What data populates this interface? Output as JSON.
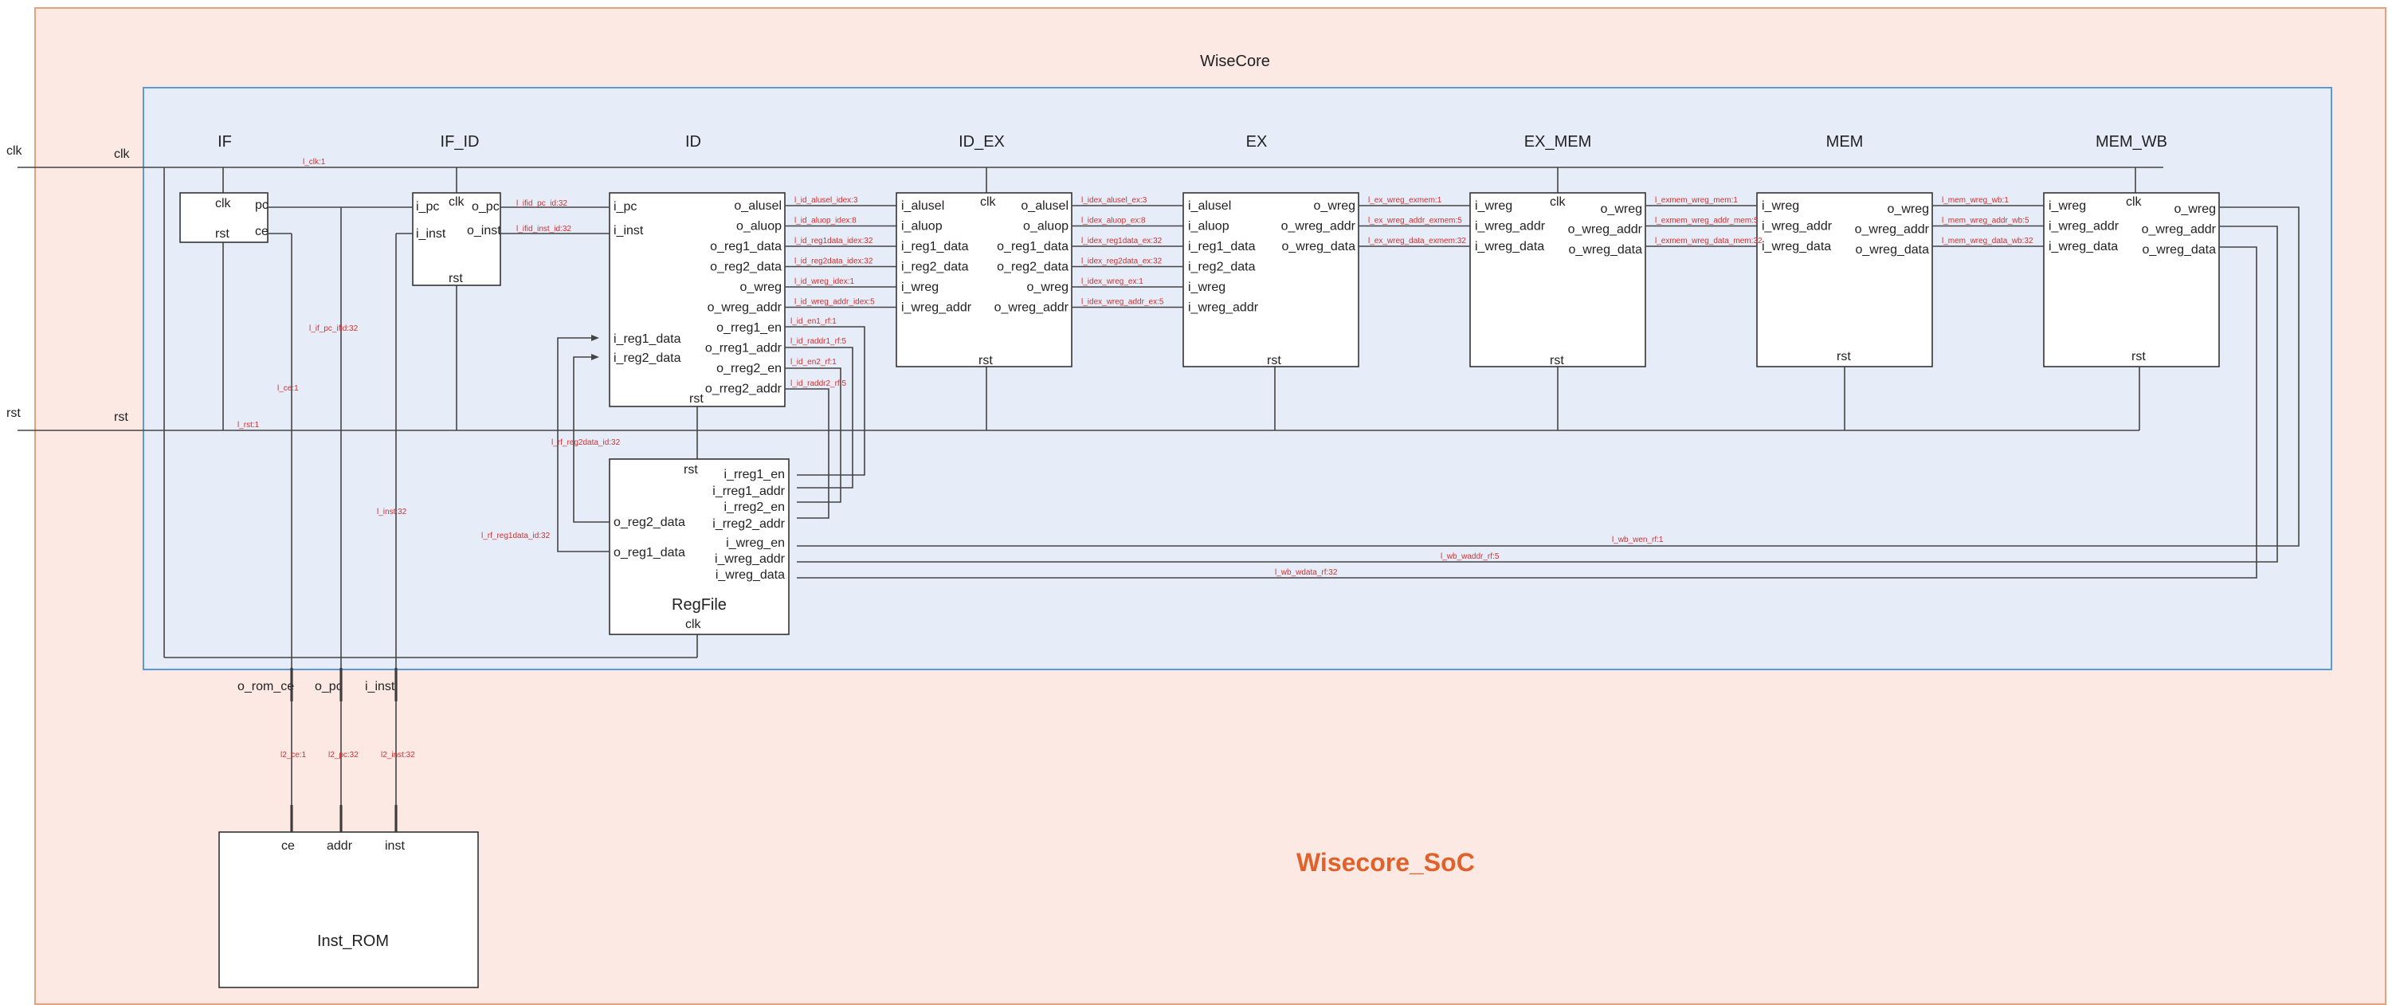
{
  "soc": {
    "name": "Wisecore_SoC"
  },
  "core": {
    "name": "WiseCore"
  },
  "global_signals": {
    "clk": "clk",
    "rst": "rst"
  },
  "stages": {
    "if": "IF",
    "if_id": "IF_ID",
    "id": "ID",
    "id_ex": "ID_EX",
    "ex": "EX",
    "ex_mem": "EX_MEM",
    "mem": "MEM",
    "mem_wb": "MEM_WB"
  },
  "blocks": {
    "if": {
      "clk": "clk",
      "rst": "rst",
      "pc": "pc",
      "ce": "ce"
    },
    "if_id": {
      "i_pc": "i_pc",
      "clk": "clk",
      "o_pc": "o_pc",
      "i_inst": "i_inst",
      "o_inst": "o_inst",
      "rst": "rst"
    },
    "id": {
      "inputs": [
        "i_pc",
        "i_inst"
      ],
      "reg_inputs": [
        "i_reg1_data",
        "i_reg2_data"
      ],
      "outputs": [
        "o_alusel",
        "o_aluop",
        "o_reg1_data",
        "o_reg2_data",
        "o_wreg",
        "o_wreg_addr",
        "o_rreg1_en",
        "o_rreg1_addr",
        "o_rreg2_en",
        "o_rreg2_addr"
      ],
      "rst": "rst"
    },
    "id_ex": {
      "inputs": [
        "i_alusel",
        "i_aluop",
        "i_reg1_data",
        "i_reg2_data",
        "i_wreg",
        "i_wreg_addr"
      ],
      "outputs": [
        "o_alusel",
        "o_aluop",
        "o_reg1_data",
        "o_reg2_data",
        "o_wreg",
        "o_wreg_addr"
      ],
      "clk": "clk",
      "rst": "rst"
    },
    "ex": {
      "inputs": [
        "i_alusel",
        "i_aluop",
        "i_reg1_data",
        "i_reg2_data",
        "i_wreg",
        "i_wreg_addr"
      ],
      "outputs": [
        "o_wreg",
        "o_wreg_addr",
        "o_wreg_data"
      ],
      "rst": "rst"
    },
    "ex_mem": {
      "inputs": [
        "i_wreg",
        "i_wreg_addr",
        "i_wreg_data"
      ],
      "outputs": [
        "o_wreg",
        "o_wreg_addr",
        "o_wreg_data"
      ],
      "clk": "clk",
      "rst": "rst"
    },
    "mem": {
      "inputs": [
        "i_wreg",
        "i_wreg_addr",
        "i_wreg_data"
      ],
      "outputs": [
        "o_wreg",
        "o_wreg_addr",
        "o_wreg_data"
      ],
      "rst": "rst"
    },
    "mem_wb": {
      "inputs": [
        "i_wreg",
        "i_wreg_addr",
        "i_wreg_data"
      ],
      "outputs": [
        "o_wreg",
        "o_wreg_addr",
        "o_wreg_data"
      ],
      "clk": "clk",
      "rst": "rst"
    },
    "regfile": {
      "name": "RegFile",
      "rst": "rst",
      "clk": "clk",
      "inputs": [
        "i_rreg1_en",
        "i_rreg1_addr",
        "i_rreg2_en",
        "i_rreg2_addr",
        "i_wreg_en",
        "i_wreg_addr",
        "i_wreg_data"
      ],
      "outputs": [
        "o_reg2_data",
        "o_reg1_data"
      ]
    },
    "inst_rom": {
      "name": "Inst_ROM",
      "ports": [
        "ce",
        "addr",
        "inst"
      ]
    }
  },
  "core_ports": [
    "o_rom_ce",
    "o_pc",
    "i_inst"
  ],
  "wire_labels": {
    "clk": "l_clk:1",
    "rst": "l_rst:1",
    "if_id_pc": "l_ifid_pc_id:32",
    "if_id_inst": "l_ifid_inst_id:32",
    "if_pc_ifid": "l_if_pc_ifid:32",
    "ce": "l_ce:1",
    "inst": "l_inst:32",
    "rf_reg2": "l_rf_reg2data_id:32",
    "rf_reg1": "l_rf_reg1data_id:32",
    "id_alusel": "l_id_alusel_idex:3",
    "id_aluop": "l_id_aluop_idex:8",
    "id_reg1": "l_id_reg1data_idex:32",
    "id_reg2": "l_id_reg2data_idex:32",
    "id_wreg": "l_id_wreg_idex:1",
    "id_wreg_addr": "l_id_wreg_addr_idex:5",
    "id_en1": "l_id_en1_rf:1",
    "id_raddr1": "l_id_raddr1_rf:5",
    "id_en2": "l_id_en2_rf:1",
    "id_raddr2": "l_id_raddr2_rf:5",
    "idex_alusel": "l_idex_alusel_ex:3",
    "idex_aluop": "l_idex_aluop_ex:8",
    "idex_reg1": "l_idex_reg1data_ex:32",
    "idex_reg2": "l_idex_reg2data_ex:32",
    "idex_wreg": "l_idex_wreg_ex:1",
    "idex_wreg_addr": "l_idex_wreg_addr_ex:5",
    "ex_wreg": "l_ex_wreg_exmem:1",
    "ex_wreg_addr": "l_ex_wreg_addr_exmem:5",
    "ex_wreg_data": "l_ex_wreg_data_exmem:32",
    "exmem_wreg": "l_exmem_wreg_mem:1",
    "exmem_wreg_addr": "l_exmem_wreg_addr_mem:5",
    "exmem_wreg_data": "l_exmem_wreg_data_mem:32",
    "mem_wreg": "l_mem_wreg_wb:1",
    "mem_wreg_addr": "l_mem_wreg_addr_wb:5",
    "mem_wreg_data": "l_mem_wreg_data_wb:32",
    "wb_wen": "l_wb_wen_rf:1",
    "wb_waddr": "l_wb_waddr_rf:5",
    "wb_wdata": "l_wb_wdata_rf:32",
    "l2_ce": "l2_ce:1",
    "l2_pc": "l2_pc:32",
    "l2_inst": "l2_inst:32"
  },
  "widths": {
    "w1": "1",
    "w5": "5",
    "w32": "32"
  },
  "colors": {
    "soc_fill": "#fce9e4",
    "soc_border": "#e8a07c",
    "core_fill": "#e6edf8",
    "core_border": "#5b9bd5",
    "signal_text": "#d03030",
    "soc_title": "#e0622a"
  }
}
